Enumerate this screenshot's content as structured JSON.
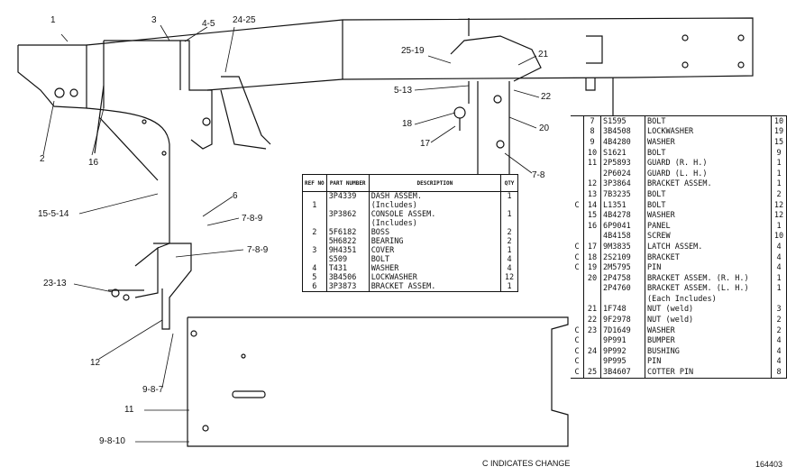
{
  "callouts": [
    "1",
    "3",
    "4-5",
    "24-25",
    "25-19",
    "21",
    "5-13",
    "22",
    "18",
    "17",
    "20",
    "7-8",
    "2",
    "16",
    "6",
    "7-8-9",
    "7-8-9",
    "15-5-14",
    "23-13",
    "12",
    "9-8-7",
    "11",
    "9-8-10"
  ],
  "table_left": {
    "headers": {
      "ref": "REF NO",
      "part": "PART NUMBER",
      "desc": "DESCRIPTION",
      "qty": "QTY"
    },
    "rows": [
      {
        "ref": "",
        "part": "3P4339",
        "desc": "DASH ASSEM.",
        "qty": "1"
      },
      {
        "ref": "1",
        "part": "",
        "desc": "(Includes)",
        "qty": ""
      },
      {
        "ref": "",
        "part": "3P3862",
        "desc": "CONSOLE ASSEM.",
        "qty": "1"
      },
      {
        "ref": "",
        "part": "",
        "desc": "(Includes)",
        "qty": ""
      },
      {
        "ref": "2",
        "part": "5F6182",
        "desc": "BOSS",
        "qty": "2"
      },
      {
        "ref": "",
        "part": "5H6822",
        "desc": "BEARING",
        "qty": "2"
      },
      {
        "ref": "3",
        "part": "9H4351",
        "desc": "COVER",
        "qty": "1"
      },
      {
        "ref": "",
        "part": "S509",
        "desc": "BOLT",
        "qty": "4"
      },
      {
        "ref": "4",
        "part": "T431",
        "desc": "WASHER",
        "qty": "4"
      },
      {
        "ref": "5",
        "part": "3B4506",
        "desc": "LOCKWASHER",
        "qty": "12"
      },
      {
        "ref": "6",
        "part": "3P3873",
        "desc": "BRACKET ASSEM.",
        "qty": "1"
      }
    ]
  },
  "table_right": {
    "rows": [
      {
        "mark": "",
        "ref": "7",
        "part": "S1595",
        "desc": "BOLT",
        "qty": "10"
      },
      {
        "mark": "",
        "ref": "8",
        "part": "3B4508",
        "desc": "LOCKWASHER",
        "qty": "19"
      },
      {
        "mark": "",
        "ref": "9",
        "part": "4B4280",
        "desc": "WASHER",
        "qty": "15"
      },
      {
        "mark": "",
        "ref": "10",
        "part": "S1621",
        "desc": "BOLT",
        "qty": "9"
      },
      {
        "mark": "",
        "ref": "11",
        "part": "2P5893",
        "desc": "GUARD (R. H.)",
        "qty": "1"
      },
      {
        "mark": "",
        "ref": "",
        "part": "2P6024",
        "desc": "GUARD (L. H.)",
        "qty": "1"
      },
      {
        "mark": "",
        "ref": "12",
        "part": "3P3864",
        "desc": "BRACKET ASSEM.",
        "qty": "1"
      },
      {
        "mark": "",
        "ref": "13",
        "part": "7B3235",
        "desc": "BOLT",
        "qty": "2"
      },
      {
        "mark": "C",
        "ref": "14",
        "part": "L1351",
        "desc": "BOLT",
        "qty": "12"
      },
      {
        "mark": "",
        "ref": "15",
        "part": "4B4278",
        "desc": "WASHER",
        "qty": "12"
      },
      {
        "mark": "",
        "ref": "16",
        "part": "6P9041",
        "desc": "PANEL",
        "qty": "1"
      },
      {
        "mark": "",
        "ref": "",
        "part": "4B4158",
        "desc": "SCREW",
        "qty": "10"
      },
      {
        "mark": "C",
        "ref": "17",
        "part": "9M3835",
        "desc": "LATCH ASSEM.",
        "qty": "4"
      },
      {
        "mark": "C",
        "ref": "18",
        "part": "2S2109",
        "desc": "BRACKET",
        "qty": "4"
      },
      {
        "mark": "C",
        "ref": "19",
        "part": "2M5795",
        "desc": "PIN",
        "qty": "4"
      },
      {
        "mark": "",
        "ref": "20",
        "part": "2P4758",
        "desc": "BRACKET ASSEM. (R. H.)",
        "qty": "1"
      },
      {
        "mark": "",
        "ref": "",
        "part": "2P4760",
        "desc": "BRACKET ASSEM. (L. H.)",
        "qty": "1"
      },
      {
        "mark": "",
        "ref": "",
        "part": "",
        "desc": "(Each Includes)",
        "qty": ""
      },
      {
        "mark": "",
        "ref": "21",
        "part": "1F748",
        "desc": "NUT (weld)",
        "qty": "3"
      },
      {
        "mark": "",
        "ref": "22",
        "part": "9F2978",
        "desc": "NUT (weld)",
        "qty": "2"
      },
      {
        "mark": "C",
        "ref": "23",
        "part": "7D1649",
        "desc": "WASHER",
        "qty": "2"
      },
      {
        "mark": "C",
        "ref": "",
        "part": "9P991",
        "desc": "BUMPER",
        "qty": "4"
      },
      {
        "mark": "C",
        "ref": "24",
        "part": "9P992",
        "desc": "BUSHING",
        "qty": "4"
      },
      {
        "mark": "C",
        "ref": "",
        "part": "9P995",
        "desc": "PIN",
        "qty": "4"
      },
      {
        "mark": "C",
        "ref": "25",
        "part": "3B4607",
        "desc": "COTTER PIN",
        "qty": "8"
      }
    ]
  },
  "footnote": "C INDICATES CHANGE",
  "drawing_number": "164403"
}
